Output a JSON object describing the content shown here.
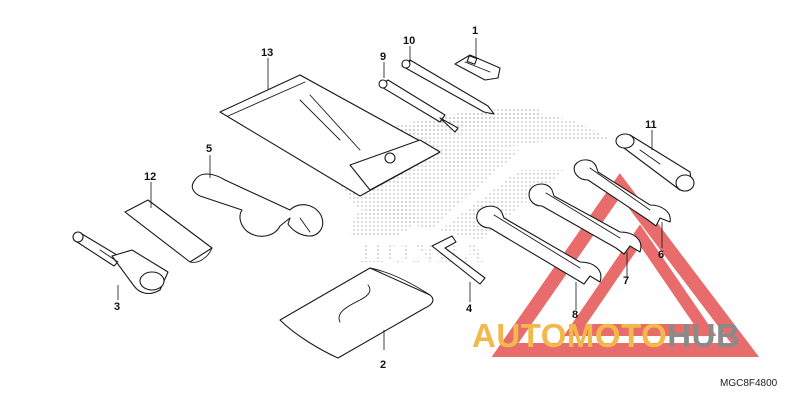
{
  "diagram": {
    "code": "MGC8F4800",
    "callouts": [
      "1",
      "2",
      "3",
      "4",
      "5",
      "6",
      "7",
      "8",
      "9",
      "10",
      "11",
      "12",
      "13"
    ],
    "background_logo_text": "HONDA"
  },
  "watermark": {
    "part1": "AUTO",
    "part2": "MOTO",
    "part3": "HUB",
    "colors": {
      "accent": "#f3b84c",
      "triangle": "#e23b3b",
      "hub": "#8a8a8a"
    }
  }
}
